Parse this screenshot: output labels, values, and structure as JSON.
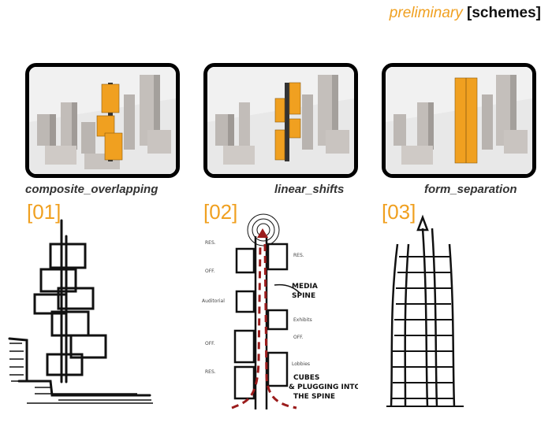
{
  "header": {
    "preliminary": "preliminary",
    "schemes": "[schemes]"
  },
  "schemes": [
    {
      "number": "[01]",
      "label": "composite_overlapping"
    },
    {
      "number": "[02]",
      "label": "linear_shifts"
    },
    {
      "number": "[03]",
      "label": "form_separation"
    }
  ],
  "sketch2": {
    "left_notes": [
      "RES.",
      "OFF.",
      "Auditorial",
      "OFF.",
      "RES."
    ],
    "right_notes": [
      "RES.",
      "Exhibits",
      "OFF.",
      "Lobbies"
    ],
    "media_spine": [
      "MEDIA",
      "SPINE"
    ],
    "cubes_note": [
      "CUBES",
      "& PLUGGING INTO",
      "THE SPINE"
    ]
  },
  "colors": {
    "accent": "#f0a020",
    "spine_red": "#9b1c1c"
  }
}
